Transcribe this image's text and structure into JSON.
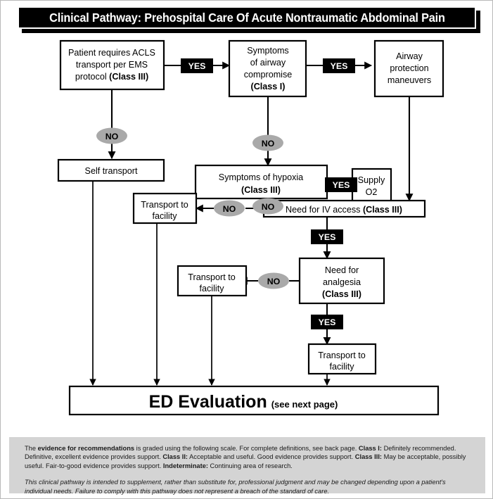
{
  "page": {
    "title": "Clinical Pathway: Prehospital Care Of Acute Nontraumatic Abdominal Pain"
  },
  "labels": {
    "yes": "YES",
    "no": "NO"
  },
  "colors": {
    "banner_bg": "#000000",
    "banner_text": "#ffffff",
    "yes_badge_bg": "#000000",
    "yes_badge_text": "#ffffff",
    "no_badge_bg": "#a9a9a9",
    "no_badge_text": "#000000",
    "box_stroke": "#000000",
    "box_fill": "#ffffff",
    "footer_bg": "#d4d4d4"
  },
  "flow": {
    "nodes": [
      {
        "id": "acls",
        "lines": [
          {
            "text": "Patient requires ACLS"
          },
          {
            "text": "transport per EMS"
          },
          {
            "text": "protocol ",
            "bold_suffix": "(Class III)"
          }
        ]
      },
      {
        "id": "airway-compromise",
        "lines": [
          {
            "text": "Symptoms"
          },
          {
            "text": "of airway"
          },
          {
            "text": "compromise"
          },
          {
            "bold_suffix": "(Class I)"
          }
        ]
      },
      {
        "id": "airway-maneuvers",
        "lines": [
          {
            "text": "Airway"
          },
          {
            "text": "protection"
          },
          {
            "text": "maneuvers"
          }
        ]
      },
      {
        "id": "self-transport",
        "lines": [
          {
            "text": "Self transport"
          }
        ]
      },
      {
        "id": "hypoxia",
        "lines": [
          {
            "text": "Symptoms of hypoxia"
          },
          {
            "bold_suffix": "(Class III)"
          }
        ]
      },
      {
        "id": "supply-o2",
        "lines": [
          {
            "text": "Supply"
          },
          {
            "text": "O2"
          }
        ]
      },
      {
        "id": "transport-iv",
        "lines": [
          {
            "text": "Transport to"
          },
          {
            "text": "facility"
          }
        ]
      },
      {
        "id": "iv-access",
        "lines": [
          {
            "text": "Need for IV access ",
            "bold_suffix": "(Class III)"
          }
        ]
      },
      {
        "id": "transport-analgesia",
        "lines": [
          {
            "text": "Transport to"
          },
          {
            "text": "facility"
          }
        ]
      },
      {
        "id": "analgesia",
        "lines": [
          {
            "text": "Need for"
          },
          {
            "text": "analgesia"
          },
          {
            "bold_suffix": "(Class III)"
          }
        ]
      },
      {
        "id": "transport-final",
        "lines": [
          {
            "text": "Transport to"
          },
          {
            "text": "facility"
          }
        ]
      }
    ],
    "node_text": {
      "acls_l1": "Patient requires ACLS",
      "acls_l2": "transport per EMS",
      "acls_l3a": "protocol ",
      "acls_l3b": "(Class III)",
      "airway_l1": "Symptoms",
      "airway_l2": "of airway",
      "airway_l3": "compromise",
      "airway_l4": "(Class I)",
      "maneuvers_l1": "Airway",
      "maneuvers_l2": "protection",
      "maneuvers_l3": "maneuvers",
      "self_transport": "Self transport",
      "hypoxia_l1": "Symptoms of hypoxia",
      "hypoxia_l2": "(Class III)",
      "o2_l1": "Supply",
      "o2_l2": "O2",
      "transport_iv_l1": "Transport to",
      "transport_iv_l2": "facility",
      "iv_l1a": "Need for IV access ",
      "iv_l1b": "(Class III)",
      "transport_an_l1": "Transport to",
      "transport_an_l2": "facility",
      "analgesia_l1": "Need for",
      "analgesia_l2": "analgesia",
      "analgesia_l3": "(Class III)",
      "transport_final_l1": "Transport to",
      "transport_final_l2": "facility"
    },
    "terminal": {
      "main": "ED Evaluation",
      "sub": "(see next page)"
    }
  },
  "footer": {
    "grade": {
      "s1": "The ",
      "b1": "evidence for recommendations",
      "s2": " is graded using the following scale. For complete definitions, see back page. ",
      "b2": "Class I:",
      "s3": " Definitely recommended. Definitive, excellent evidence provides support. ",
      "b3": "Class II:",
      "s4": " Acceptable and useful. Good evidence provides support. ",
      "b4": "Class III:",
      "s5": " May be acceptable, possibly useful. Fair-to-good evidence provides support. ",
      "b5": "Indeterminate:",
      "s6": " Continuing area of research."
    },
    "disclaimer": "This clinical pathway is intended to supplement, rather than substitute for, professional judgment and may be changed depending upon a patient's individual needs. Failure to comply with this pathway does not represent a breach of the standard of care."
  }
}
